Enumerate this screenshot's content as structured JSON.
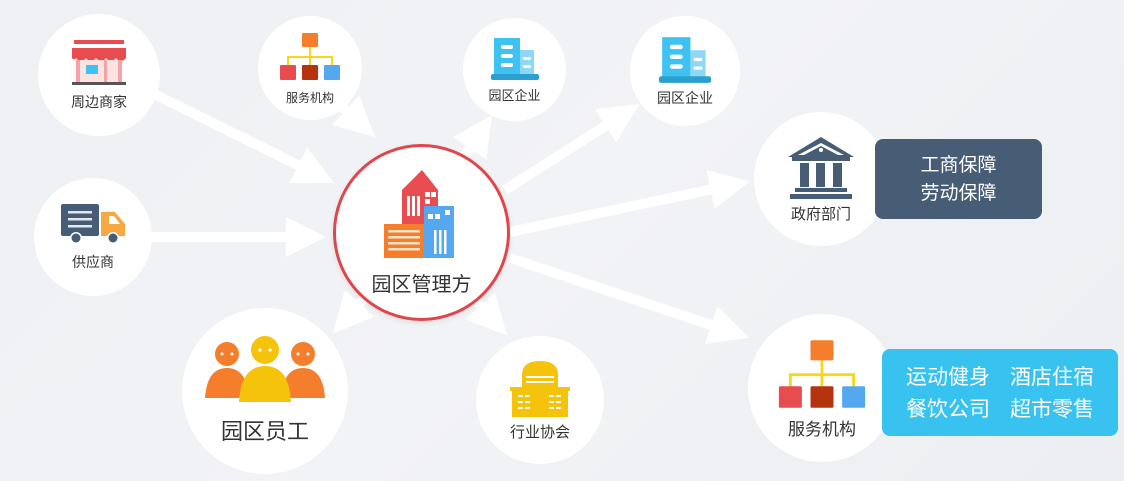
{
  "diagram": {
    "center": {
      "label": "园区管理方",
      "border_color": "#e0474c"
    },
    "nodes": [
      {
        "id": "merchants",
        "label": "周边商家",
        "icon": "shop-icon"
      },
      {
        "id": "service-top",
        "label": "服务机构",
        "icon": "org-chart-icon"
      },
      {
        "id": "enterprise-1",
        "label": "园区企业",
        "icon": "building-icon"
      },
      {
        "id": "enterprise-2",
        "label": "园区企业",
        "icon": "building-icon"
      },
      {
        "id": "government",
        "label": "政府部门",
        "icon": "government-icon"
      },
      {
        "id": "supplier",
        "label": "供应商",
        "icon": "truck-icon"
      },
      {
        "id": "employees",
        "label": "园区员工",
        "icon": "people-icon"
      },
      {
        "id": "association",
        "label": "行业协会",
        "icon": "association-building-icon"
      },
      {
        "id": "service-right",
        "label": "服务机构",
        "icon": "org-chart-icon"
      }
    ],
    "government_box": {
      "lines": [
        "工商保障",
        "劳动保障"
      ],
      "color": "#475d75"
    },
    "service_box": {
      "rows": [
        [
          "运动健身",
          "酒店住宿"
        ],
        [
          "餐饮公司",
          "超市零售"
        ]
      ],
      "color": "#38c2ef"
    },
    "colors": {
      "background": "#eff0f3",
      "arrow": "#ffffff",
      "red": "#e84c4f",
      "orange": "#f47e2c",
      "blue": "#55a8f0",
      "sky": "#3ec2f2",
      "navy": "#475d75",
      "yellow": "#f5c30c"
    }
  }
}
